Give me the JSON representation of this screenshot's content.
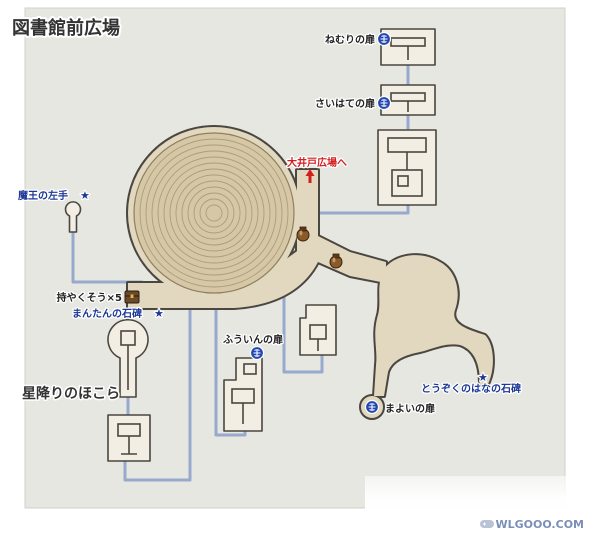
{
  "map": {
    "title": "図書館前広場",
    "exit": {
      "label": "大井戸広場へ",
      "icon": "up-arrow-icon"
    },
    "doors": {
      "nemuri": "ねむりの扉",
      "saihate": "さいはての扉",
      "fuuin": "ふういんの扉",
      "mayoi": "まよいの扉",
      "icon": "door-icon"
    },
    "monuments": {
      "maou_hidarite": "魔王の左手",
      "mantan": "まんたんの石碑",
      "touzoku_hana": "とうぞくのはなの石碑",
      "marker": "★",
      "icon": "star-icon"
    },
    "shrine": "星降りのほこら",
    "treasure": {
      "label": "持やくそう×5",
      "icon": "treasure-chest-icon"
    },
    "objects": [
      "jar-icon",
      "jar-icon"
    ]
  },
  "watermark": {
    "text": "WLGOOO.COM",
    "icon": "gamepad-icon"
  },
  "colors": {
    "panel": "#e7e7e2",
    "floor": "#e2d7bf",
    "rings": "#d6c8a6",
    "wall": "#4a4640",
    "room": "#f2eee4",
    "connector": "#97a9cc",
    "door": "#2347b0",
    "monument": "#1c3797",
    "exit": "#d21e1e",
    "label": "#222222"
  }
}
